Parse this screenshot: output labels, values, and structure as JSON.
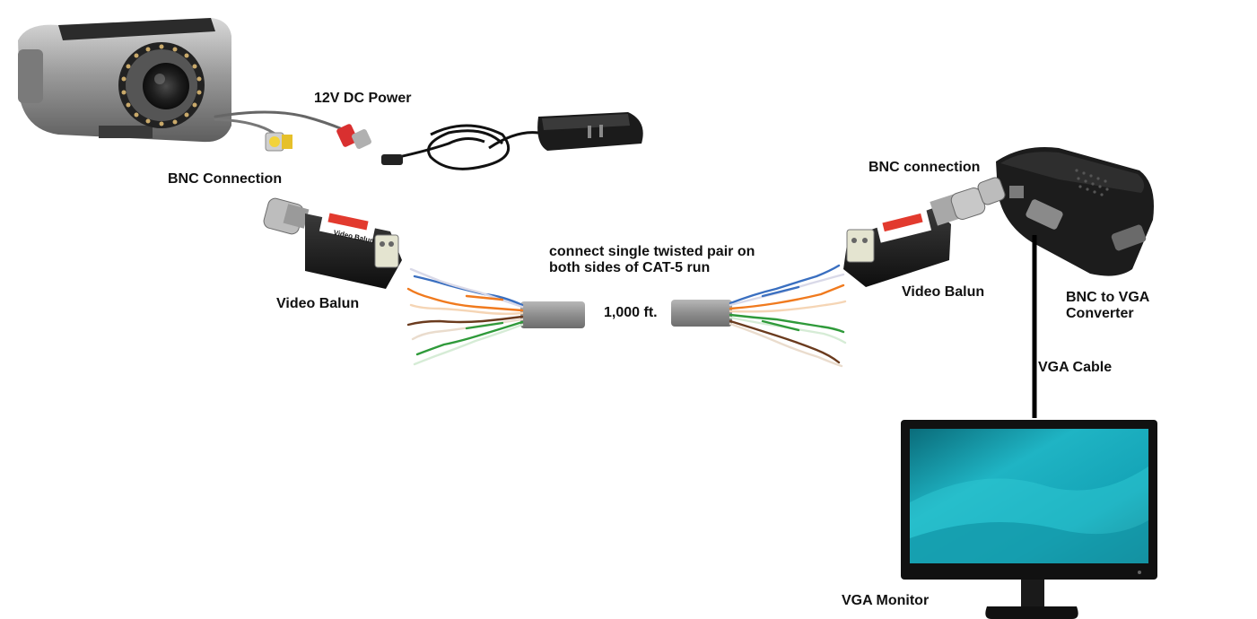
{
  "labels": {
    "power": "12V DC Power",
    "bnc_left": "BNC Connection",
    "balun_left": "Video Balun",
    "twisted_pair_line1": "connect single twisted pair on",
    "twisted_pair_line2": "both sides of CAT-5 run",
    "distance": "1,000 ft.",
    "bnc_right": "BNC connection",
    "balun_right": "Video Balun",
    "converter_line1": "BNC to VGA",
    "converter_line2": "Converter",
    "vga_cable": "VGA Cable",
    "monitor": "VGA Monitor"
  },
  "device_text": {
    "balun_tag": "Video Balun"
  },
  "colors": {
    "camera_body": "#9a9a9a",
    "cable_jacket": "#8f8f8f",
    "wire_blue": "#3a6fc0",
    "wire_orange": "#f07a1e",
    "wire_brown": "#6b3b1e",
    "wire_green": "#2f9a3a",
    "screen_teal": "#1fb4c4",
    "balun_label": "#e23a2e"
  }
}
